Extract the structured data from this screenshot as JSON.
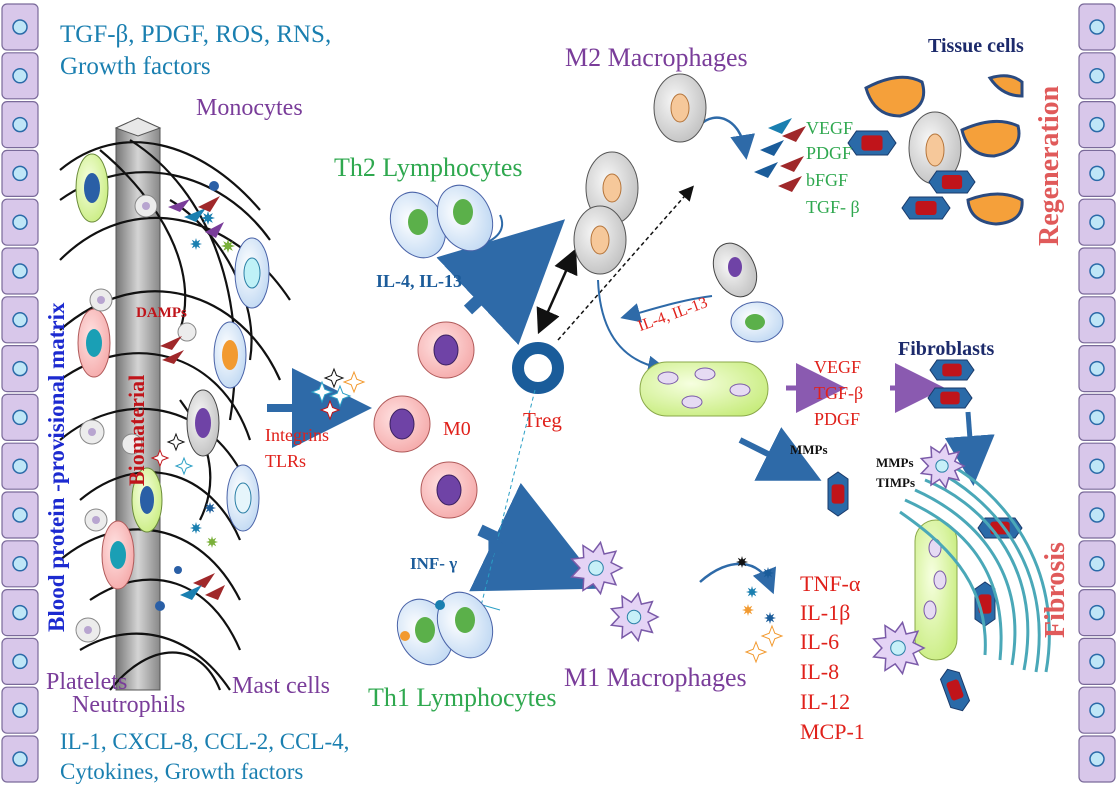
{
  "labels": {
    "tgf_line1": "TGF-β, PDGF, ROS, RNS,",
    "tgf_line2": "Growth factors",
    "monocytes": "Monocytes",
    "th2": "Th2 Lymphocytes",
    "m2": "M2 Macrophages",
    "tissue_cells": "Tissue cells",
    "regeneration": "Regeneration",
    "m2_factors": [
      "VEGF",
      "PDGF",
      "bFGF",
      "TGF- β"
    ],
    "il4_il13_left": "IL-4, IL-13",
    "il4_il13_right": "IL-4, IL-13",
    "damps": "DAMPs",
    "biomaterial": "Biomaterial",
    "matrix": "Blood protein -provisional matrix",
    "integrins": "Integrins",
    "tlrs": "TLRs",
    "m0": "M0",
    "treg": "Treg",
    "fibroblasts": "Fibroblasts",
    "fib_factors": [
      "VEGF",
      "TGF-β",
      "PDGF"
    ],
    "mmps": "MMPs",
    "mmps2": "MMPs",
    "timps": "TIMPs",
    "fibrosis": "Fibrosis",
    "inf_gamma": "INF- γ",
    "m1_factors": [
      "TNF-α",
      "IL-1β",
      "IL-6",
      "IL-8",
      "IL-12",
      "MCP-1"
    ],
    "m1": "M1 Macrophages",
    "th1": "Th1 Lymphocytes",
    "platelets": "Platelets",
    "neutrophils": "Neutrophils",
    "mast_cells": "Mast cells",
    "il1_line1": "IL-1, CXCL-8, CCL-2, CCL-4,",
    "il1_line2": "Cytokines, Growth factors"
  },
  "colors": {
    "teal": "#1a7fb0",
    "purple": "#7a3d9a",
    "green": "#2fa84f",
    "red": "#e0211b",
    "navy": "#1c2a6b",
    "arrow_blue": "#2e6aa8",
    "cell_border": "#4a63a8",
    "border_cell_fill": "#d8c7ea"
  }
}
